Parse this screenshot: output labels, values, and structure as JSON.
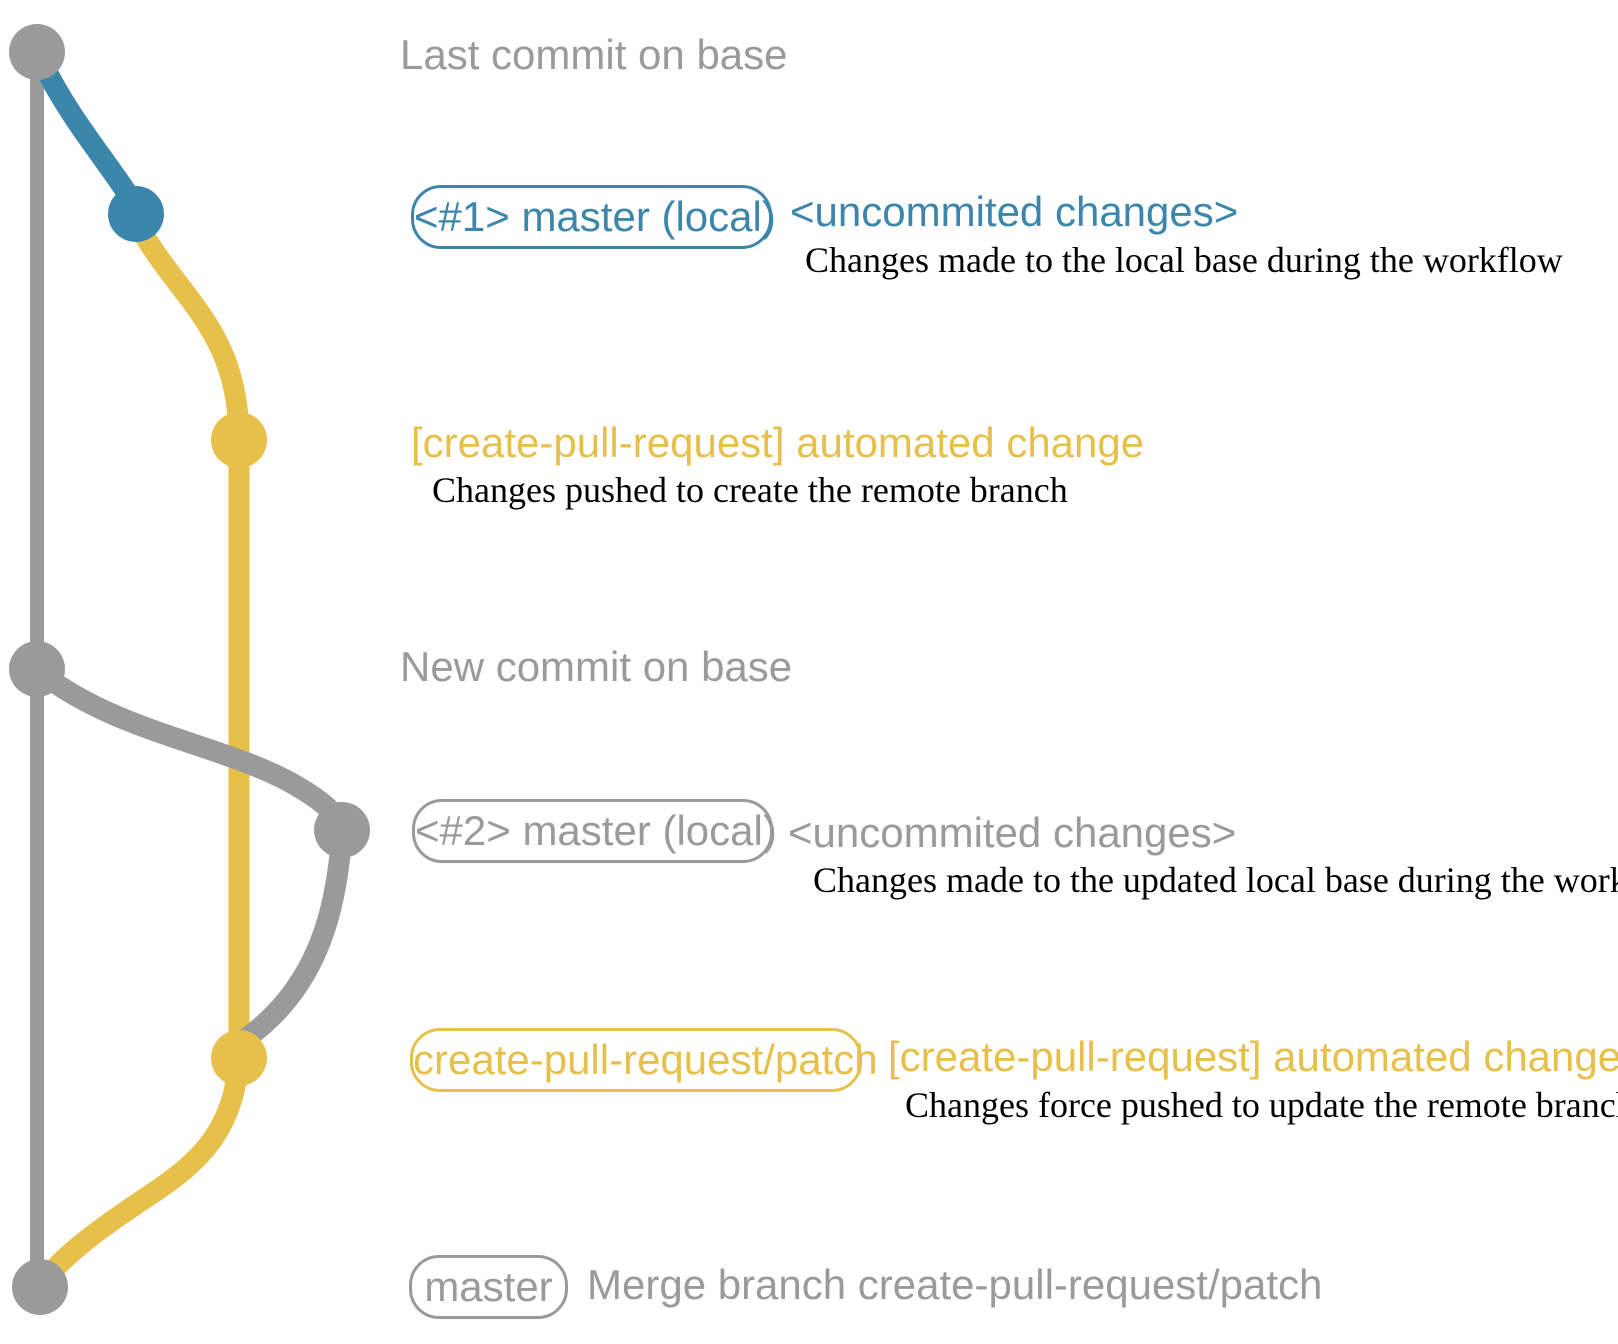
{
  "colors": {
    "base": "#9a9a9a",
    "local": "#3c86ab",
    "patch": "#e7c04b",
    "description": "#000000"
  },
  "rows": {
    "last_commit": {
      "label": "Last commit on base"
    },
    "local1": {
      "badge": "<#1> master (local)",
      "annotation": "<uncommited changes>",
      "description": "Changes made to the local base during the workflow"
    },
    "patch1": {
      "annotation": "[create-pull-request] automated change",
      "description": "Changes pushed to create the remote branch"
    },
    "new_commit": {
      "label": "New commit on base"
    },
    "local2": {
      "badge": "<#2> master (local)",
      "annotation": "<uncommited changes>",
      "description": "Changes made to the updated local base during the workflow"
    },
    "patch2": {
      "badge": "create-pull-request/patch",
      "annotation": "[create-pull-request] automated change",
      "description": "Changes force pushed to update the remote branch"
    },
    "merge": {
      "badge": "master",
      "label": "Merge branch create-pull-request/patch"
    }
  }
}
